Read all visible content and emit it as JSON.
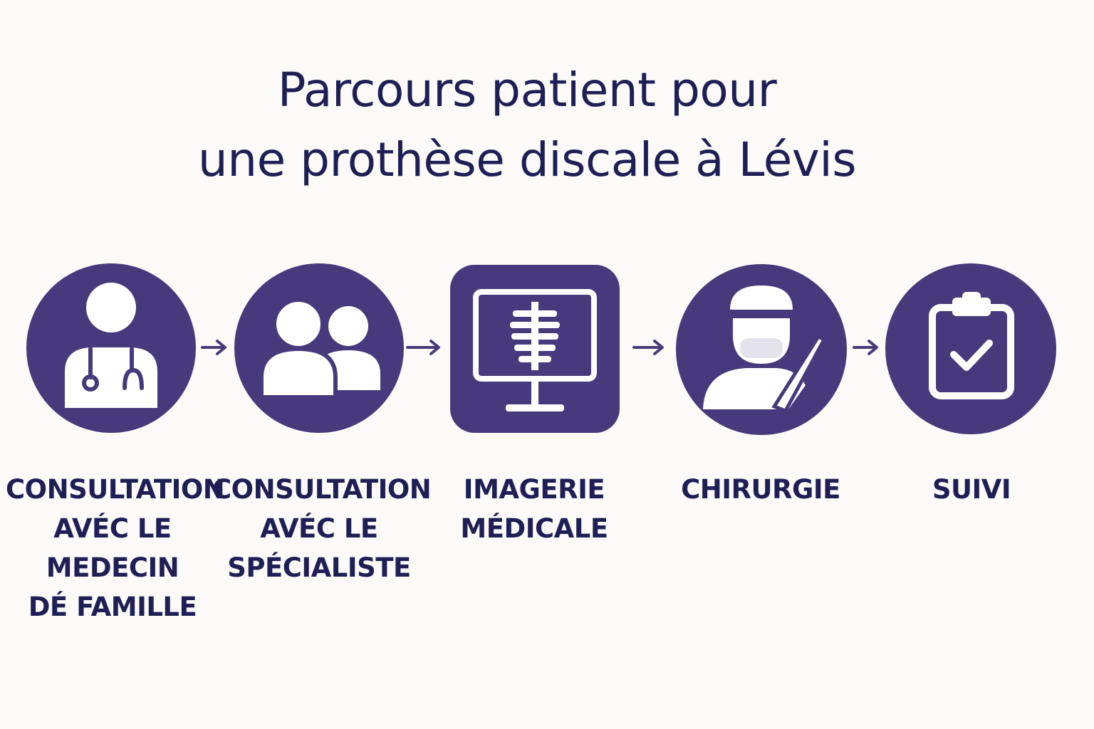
{
  "title": {
    "line1": "Parcours patient pour",
    "line2": "une prothèse discale à Lévis"
  },
  "colors": {
    "primary": "#473a7c",
    "text": "#1f1f55",
    "background": "#fbfaf8"
  },
  "steps": [
    {
      "icon": "doctor-stethoscope-icon",
      "lines": [
        "CONSULTATION",
        "AVÉC LE",
        "MEDECIN",
        "DÉ FAMILLE"
      ]
    },
    {
      "icon": "people-icon",
      "lines": [
        "CONSULTATION",
        "AVÉC LE",
        "SPÉCIALISTE"
      ]
    },
    {
      "icon": "spine-xray-monitor-icon",
      "lines": [
        "IMAGERIE",
        "MÉDICALE"
      ]
    },
    {
      "icon": "surgeon-scalpel-icon",
      "lines": [
        "CHIRURGIE"
      ]
    },
    {
      "icon": "clipboard-check-icon",
      "lines": [
        "SUIVI"
      ]
    }
  ]
}
